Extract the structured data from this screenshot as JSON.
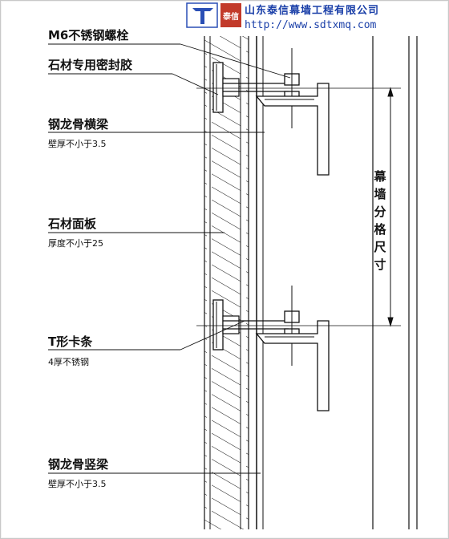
{
  "banner": {
    "company": "山东泰信幕墙工程有限公司",
    "url": "http://www.sdtxmq.com",
    "logo_text": "泰信",
    "logo_color": "#2a4fb5",
    "text_color": "#1a3fa8"
  },
  "labels": {
    "bolt": "M6不锈钢螺栓",
    "sealant": "石材专用密封胶",
    "beam_h": "钢龙骨横梁",
    "beam_h_sub": "壁厚不小于3.5",
    "panel": "石材面板",
    "panel_sub": "厚度不小于25",
    "tclip": "T形卡条",
    "tclip_sub": "4厚不锈钢",
    "beam_v": "钢龙骨竖梁",
    "beam_v_sub": "壁厚不小于3.5"
  },
  "dimension": {
    "text": "幕墙分格尺寸"
  },
  "colors": {
    "line": "#111111",
    "banner_blue": "#1a3fa8"
  }
}
